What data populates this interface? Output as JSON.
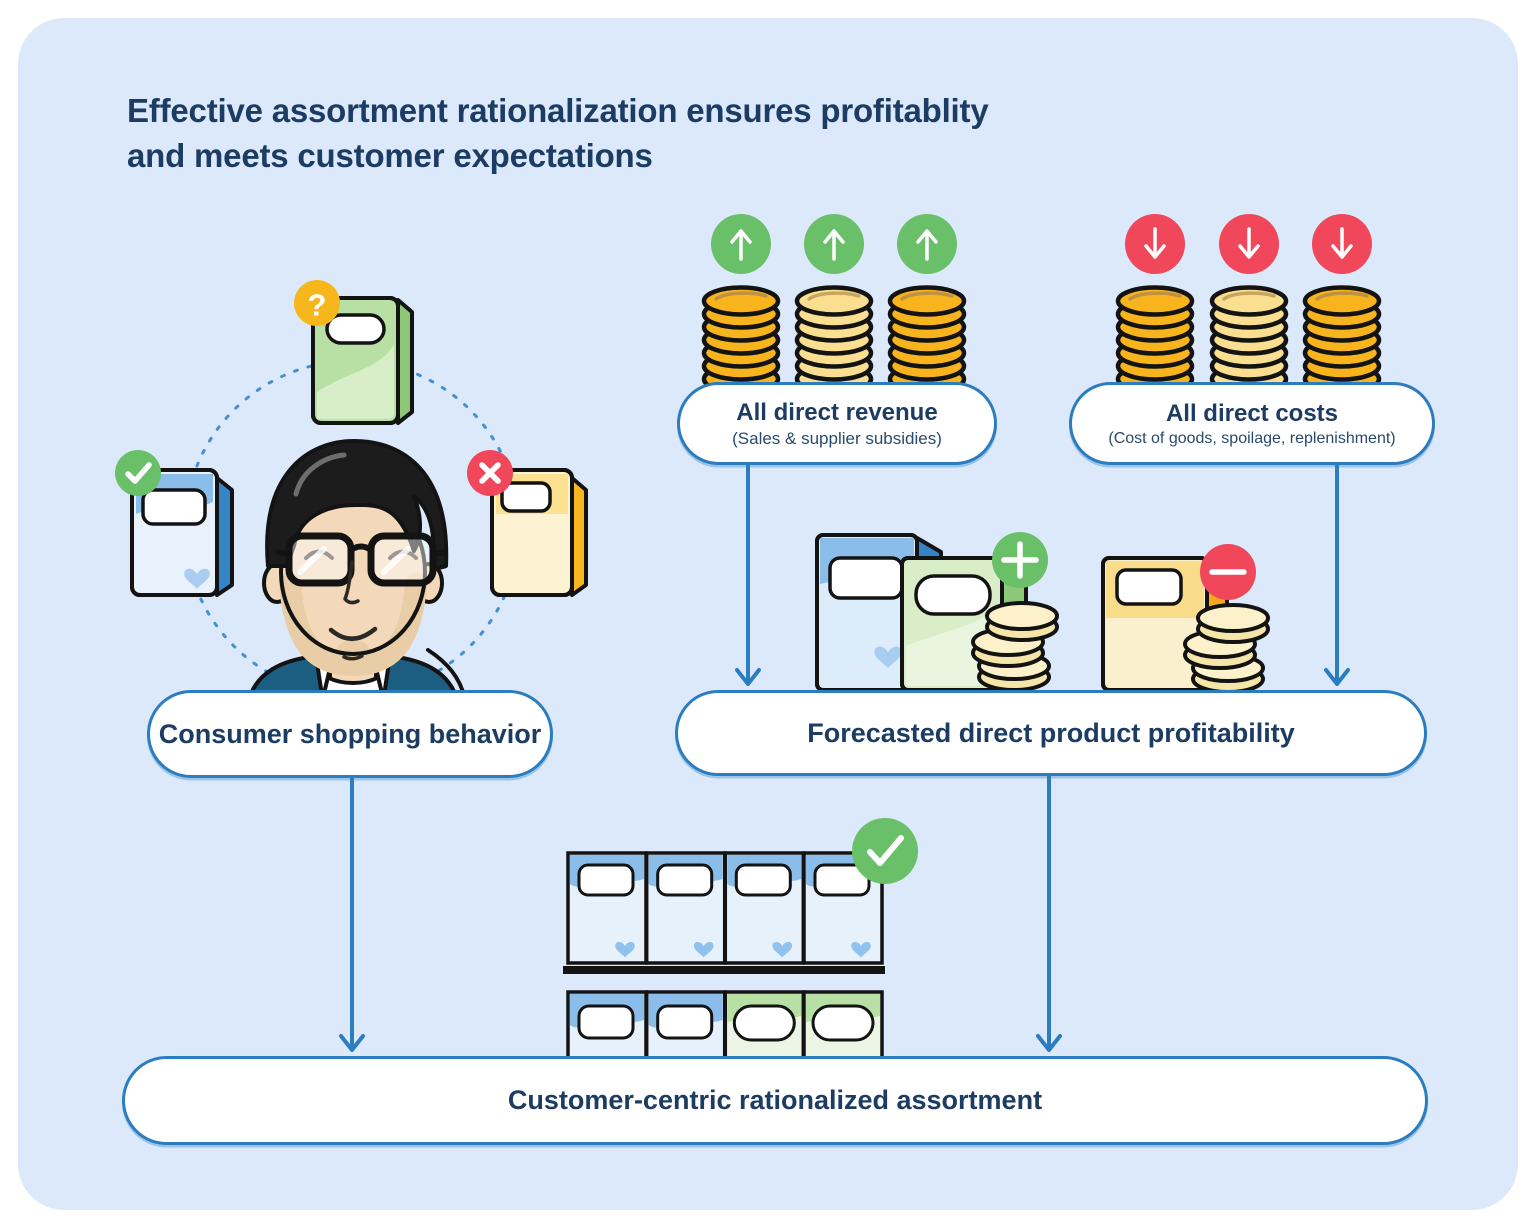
{
  "title": {
    "line1": "Effective assortment rationalization ensures profitablity",
    "line2": "and meets customer expectations"
  },
  "pills": {
    "consumer": "Consumer shopping behavior",
    "revenue_title": "All direct revenue",
    "revenue_subtitle": "(Sales & supplier subsidies)",
    "costs_title": "All direct costs",
    "costs_subtitle": "(Cost of goods, spoilage, replenishment)",
    "forecast": "Forecasted direct product profitability",
    "assortment": "Customer-centric rationalized assortment"
  },
  "icons": {
    "question_glyph": "?",
    "question_badge": "question-mark-circle",
    "approve_badge": "check-circle",
    "reject_badge": "cross-circle",
    "revenue_arrow": "arrow-up-circle",
    "cost_arrow": "arrow-down-circle",
    "profit_plus_badge": "plus-circle",
    "profit_minus_badge": "minus-circle",
    "assortment_check_badge": "check-circle"
  },
  "colors": {
    "panel_bg": "#dbe9fb",
    "navy_text": "#1c3c63",
    "line_blue": "#2b7dc0",
    "green": "#6abf69",
    "red": "#f0475a",
    "amber": "#f6b71d",
    "coin_gold": "#f8b41d",
    "coin_pale": "#fbdf90"
  }
}
